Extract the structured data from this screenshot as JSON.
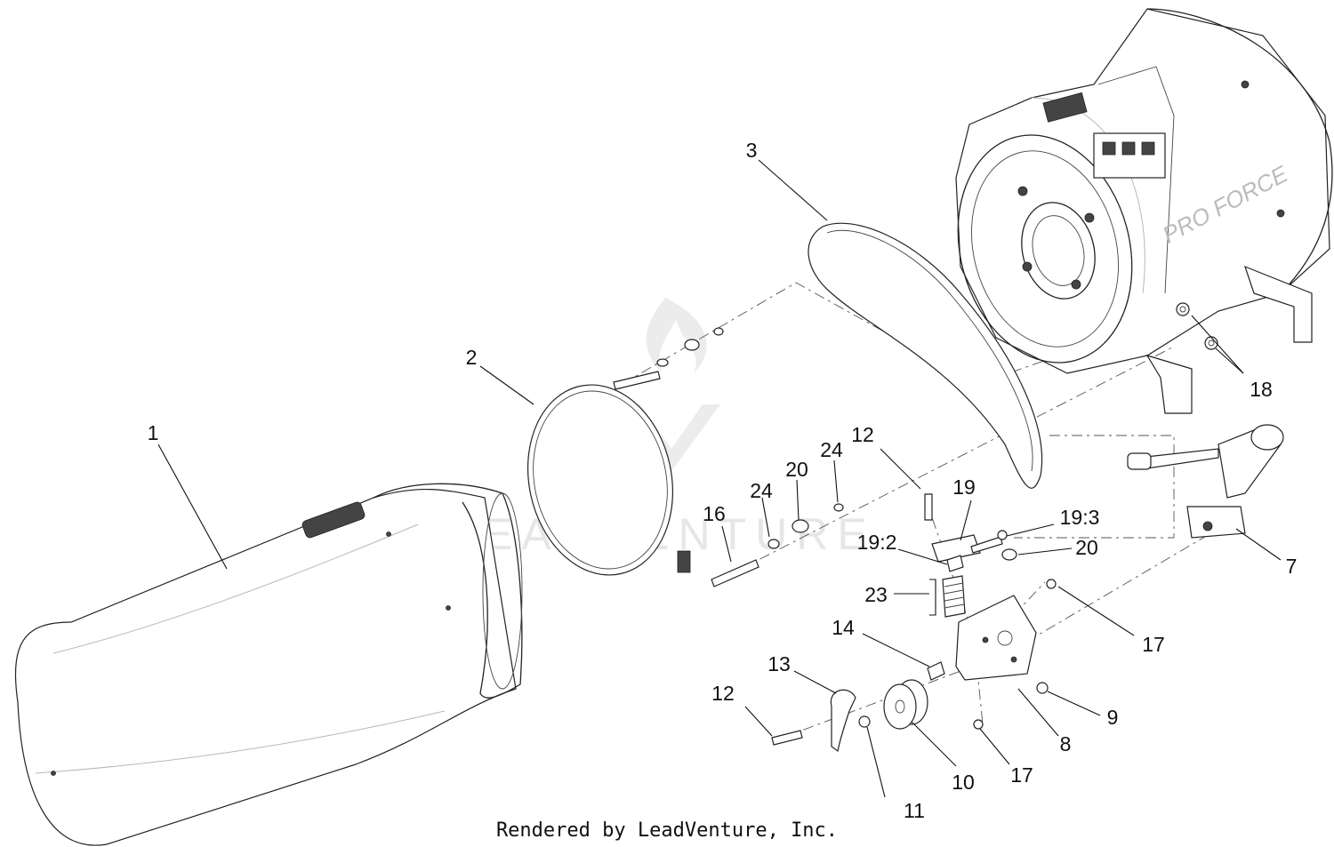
{
  "callouts": [
    {
      "id": "c1",
      "text": "1"
    },
    {
      "id": "c2",
      "text": "2"
    },
    {
      "id": "c3",
      "text": "3"
    },
    {
      "id": "c7",
      "text": "7"
    },
    {
      "id": "c8",
      "text": "8"
    },
    {
      "id": "c9",
      "text": "9"
    },
    {
      "id": "c10",
      "text": "10"
    },
    {
      "id": "c11",
      "text": "11"
    },
    {
      "id": "c12a",
      "text": "12"
    },
    {
      "id": "c12b",
      "text": "12"
    },
    {
      "id": "c13",
      "text": "13"
    },
    {
      "id": "c14",
      "text": "14"
    },
    {
      "id": "c16",
      "text": "16"
    },
    {
      "id": "c17a",
      "text": "17"
    },
    {
      "id": "c17b",
      "text": "17"
    },
    {
      "id": "c18",
      "text": "18"
    },
    {
      "id": "c19",
      "text": "19"
    },
    {
      "id": "c19_2",
      "text": "19:2"
    },
    {
      "id": "c19_3",
      "text": "19:3"
    },
    {
      "id": "c20a",
      "text": "20"
    },
    {
      "id": "c20b",
      "text": "20"
    },
    {
      "id": "c23",
      "text": "23"
    },
    {
      "id": "c24a",
      "text": "24"
    },
    {
      "id": "c24b",
      "text": "24"
    }
  ],
  "housing_label": "PRO FORCE",
  "watermark_text": "LEADVENTURE",
  "footer_text": "Rendered by LeadVenture, Inc."
}
